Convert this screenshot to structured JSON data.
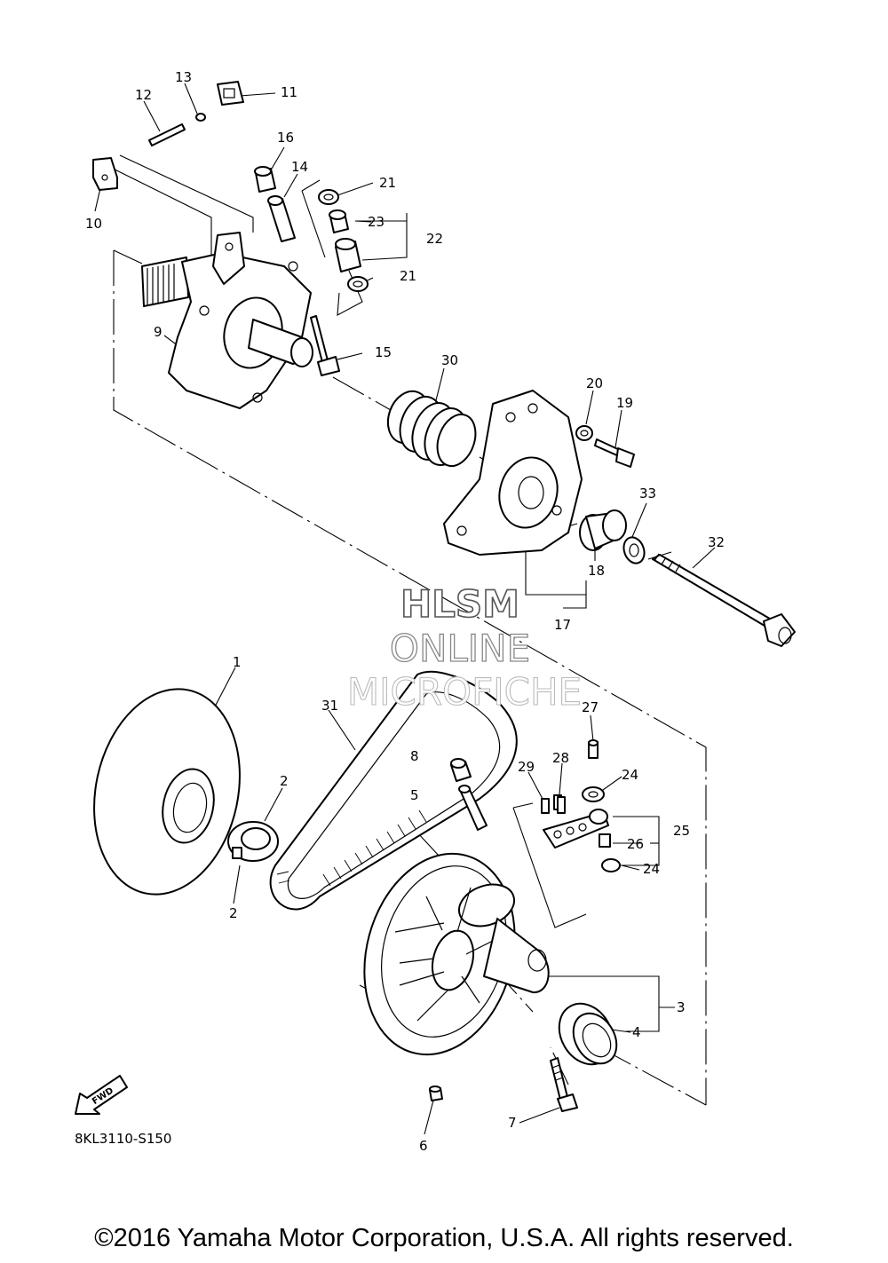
{
  "diagram_code": "8KL3110-S150",
  "watermark": {
    "line1": "HLSM",
    "line2": "ONLINE",
    "line3": "MICROFICHE"
  },
  "fwd_label": "FWD",
  "copyright": "©2016 Yamaha Motor Corporation, U.S.A. All rights reserved.",
  "callouts": {
    "c1": "1",
    "c2a": "2",
    "c2b": "2",
    "c3": "3",
    "c4": "4",
    "c5": "5",
    "c6": "6",
    "c7": "7",
    "c8": "8",
    "c9": "9",
    "c10": "10",
    "c11": "11",
    "c12": "12",
    "c13": "13",
    "c14": "14",
    "c15": "15",
    "c16": "16",
    "c17": "17",
    "c18": "18",
    "c19": "19",
    "c20": "20",
    "c21a": "21",
    "c21b": "21",
    "c22": "22",
    "c23": "23",
    "c24a": "24",
    "c24b": "24",
    "c25": "25",
    "c26": "26",
    "c27": "27",
    "c28": "28",
    "c29": "29",
    "c30": "30",
    "c31": "31",
    "c32": "32",
    "c33": "33"
  }
}
